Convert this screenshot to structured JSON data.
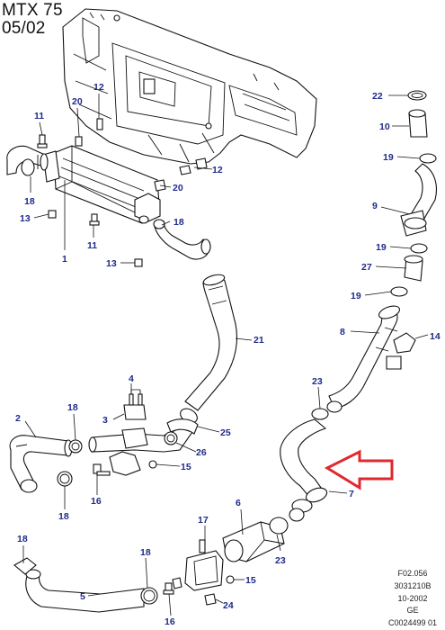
{
  "header": {
    "model": "MTX 75",
    "date": "05/02"
  },
  "footer_codes": [
    "F02.056",
    "3031210B",
    "10-2002",
    "GE",
    "C0024499 01"
  ],
  "callouts": [
    {
      "id": "c12a",
      "text": "12"
    },
    {
      "id": "c11a",
      "text": "11"
    },
    {
      "id": "c20a",
      "text": "20"
    },
    {
      "id": "c12b",
      "text": "12"
    },
    {
      "id": "c20b",
      "text": "20"
    },
    {
      "id": "c18a",
      "text": "18"
    },
    {
      "id": "c13a",
      "text": "13"
    },
    {
      "id": "c11b",
      "text": "11"
    },
    {
      "id": "c1",
      "text": "1"
    },
    {
      "id": "c18b",
      "text": "18"
    },
    {
      "id": "c13b",
      "text": "13"
    },
    {
      "id": "c22",
      "text": "22"
    },
    {
      "id": "c10",
      "text": "10"
    },
    {
      "id": "c19a",
      "text": "19"
    },
    {
      "id": "c9",
      "text": "9"
    },
    {
      "id": "c19b",
      "text": "19"
    },
    {
      "id": "c27",
      "text": "27"
    },
    {
      "id": "c19c",
      "text": "19"
    },
    {
      "id": "c8",
      "text": "8"
    },
    {
      "id": "c14",
      "text": "14"
    },
    {
      "id": "c21",
      "text": "21"
    },
    {
      "id": "c23a",
      "text": "23"
    },
    {
      "id": "c4",
      "text": "4"
    },
    {
      "id": "c3",
      "text": "3"
    },
    {
      "id": "c25",
      "text": "25"
    },
    {
      "id": "c26",
      "text": "26"
    },
    {
      "id": "c15a",
      "text": "15"
    },
    {
      "id": "c2",
      "text": "2"
    },
    {
      "id": "c18c",
      "text": "18"
    },
    {
      "id": "c16a",
      "text": "16"
    },
    {
      "id": "c18d",
      "text": "18"
    },
    {
      "id": "c7",
      "text": "7"
    },
    {
      "id": "c6",
      "text": "6"
    },
    {
      "id": "c17",
      "text": "17"
    },
    {
      "id": "c23b",
      "text": "23"
    },
    {
      "id": "c18e",
      "text": "18"
    },
    {
      "id": "c18f",
      "text": "18"
    },
    {
      "id": "c5",
      "text": "5"
    },
    {
      "id": "c15b",
      "text": "15"
    },
    {
      "id": "c16b",
      "text": "16"
    },
    {
      "id": "c24",
      "text": "24"
    }
  ],
  "colors": {
    "callout": "#1f2a8a",
    "highlight_arrow": "#e0282e",
    "line": "#111111"
  }
}
